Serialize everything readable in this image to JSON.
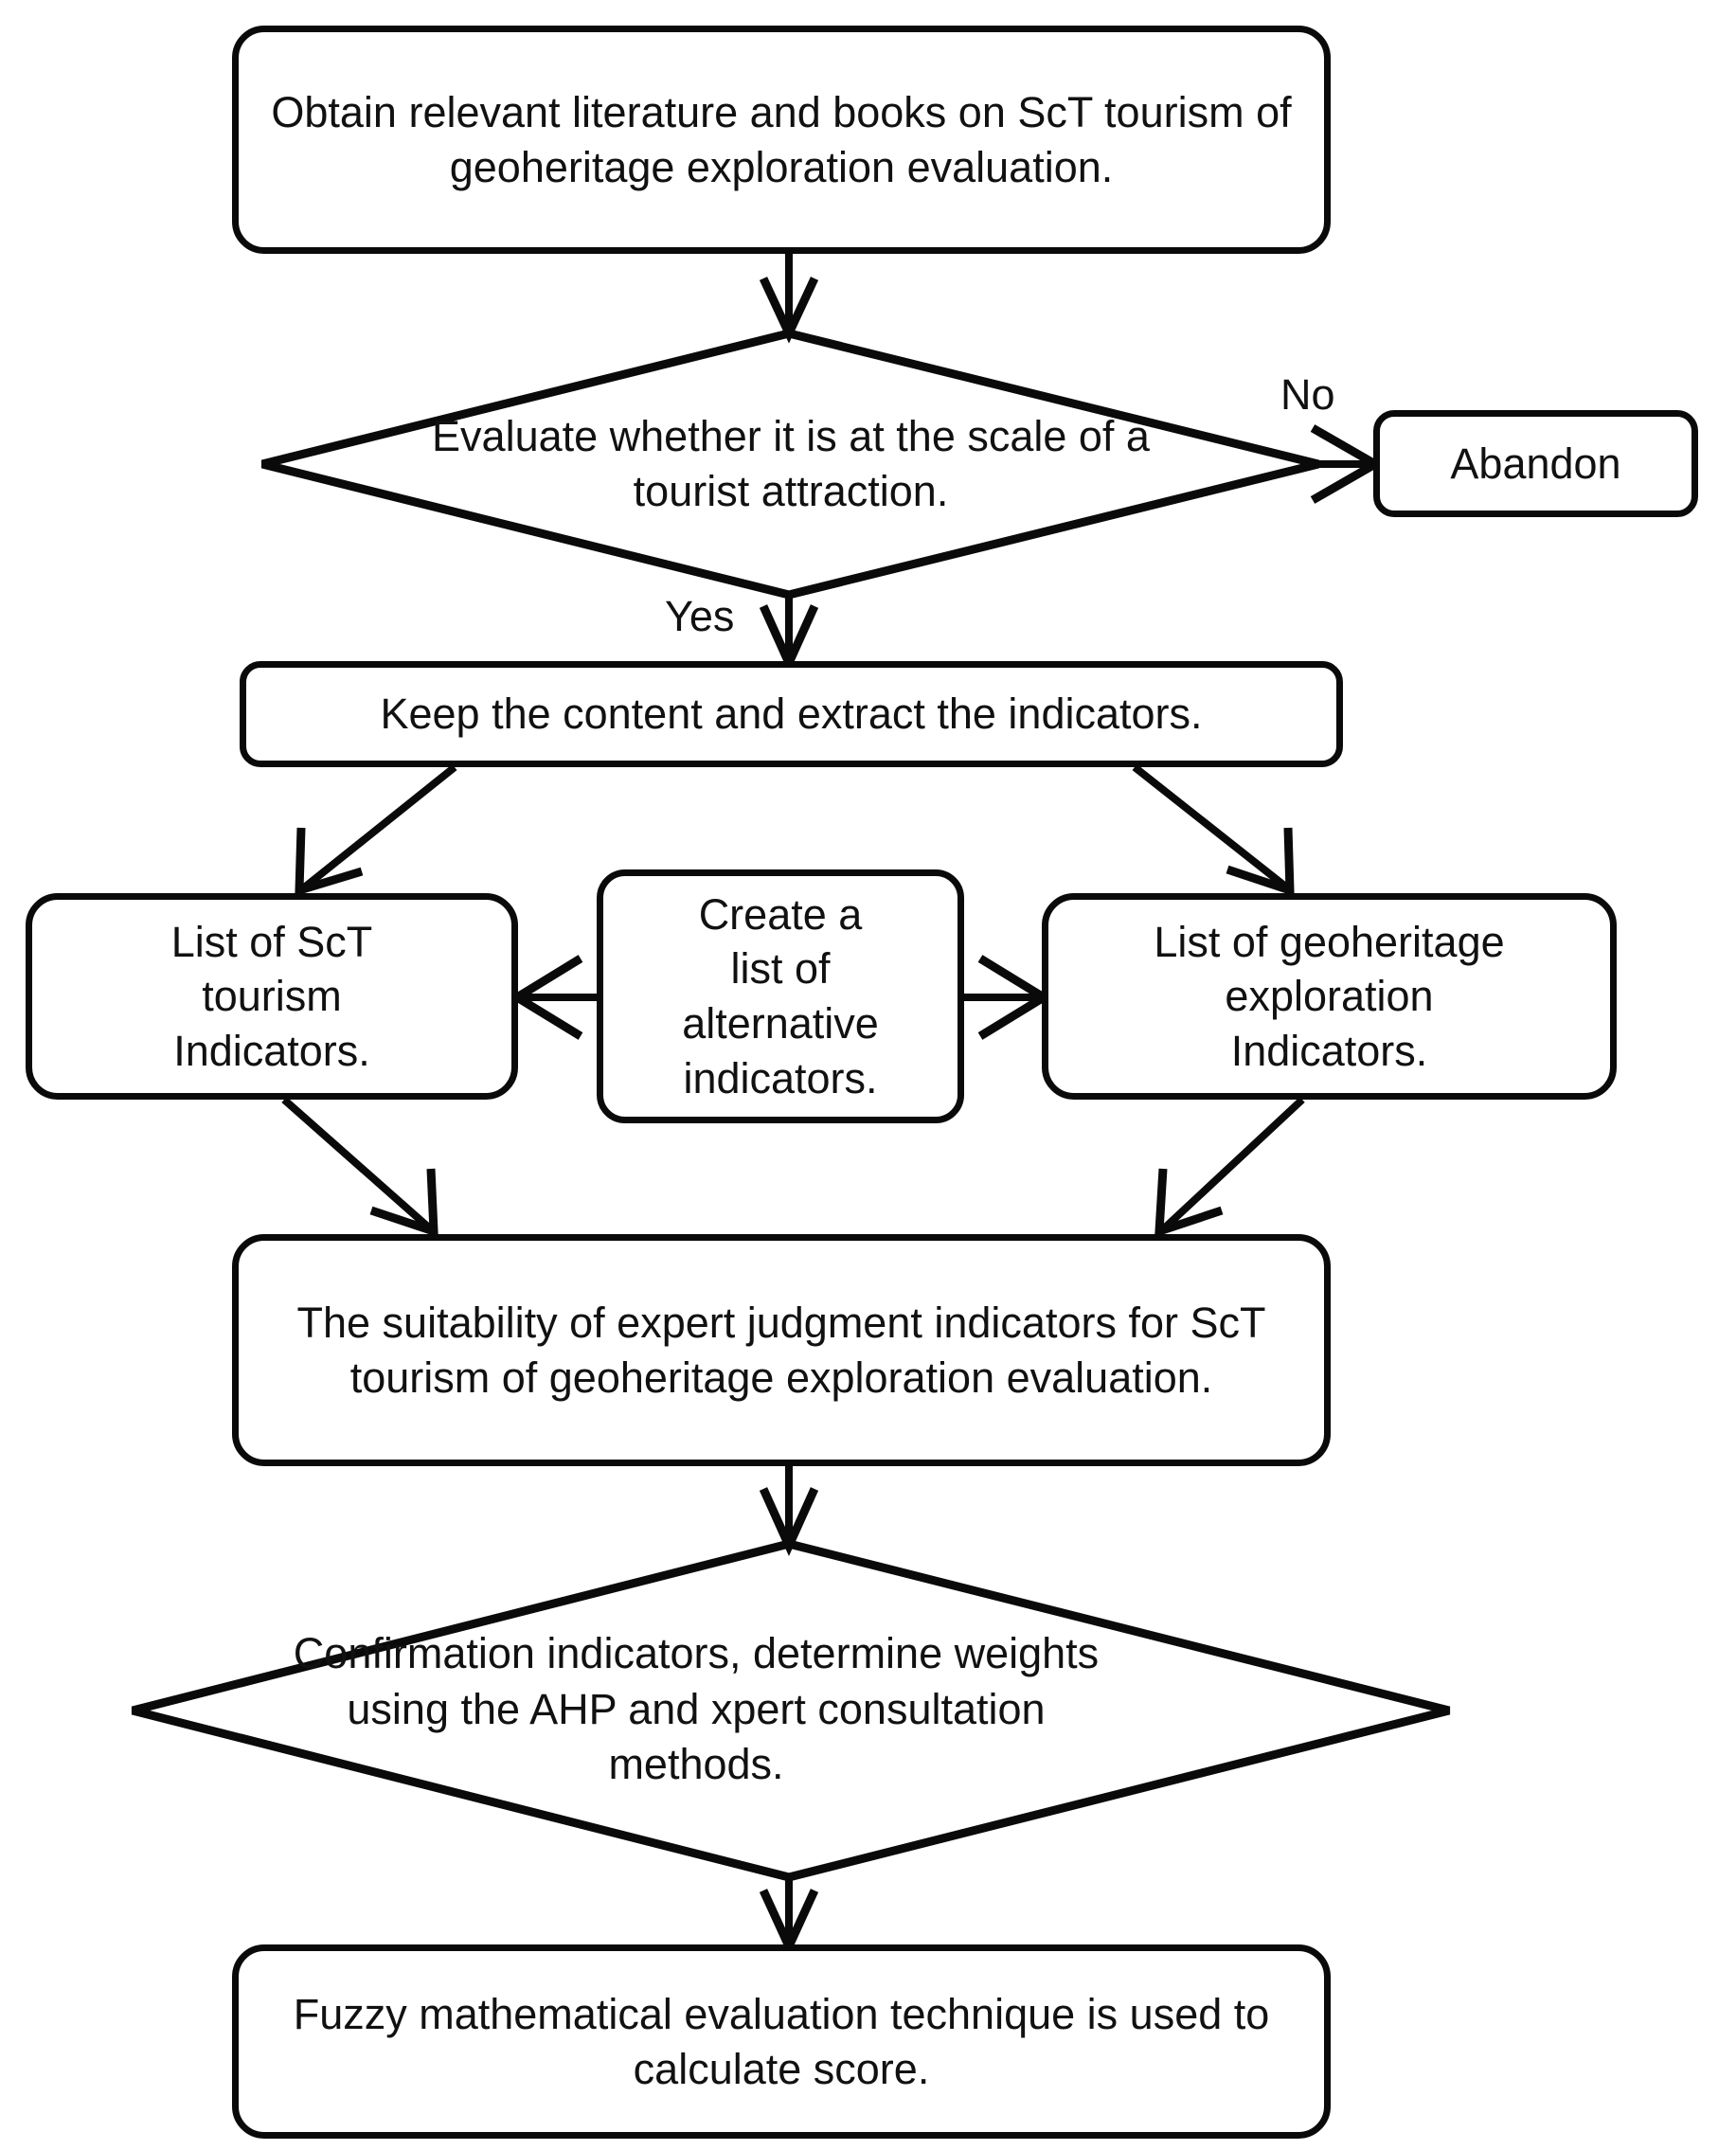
{
  "diagram": {
    "title": "ScT tourism of geoheritage exploration evaluation flowchart",
    "type": "flowchart",
    "colors": {
      "stroke": "#0a0a0a",
      "fill": "#ffffff",
      "text": "#111111"
    },
    "nodes": {
      "literature": {
        "shape": "rounded-rectangle",
        "text": "Obtain relevant literature and books on ScT tourism of geoheritage exploration evaluation."
      },
      "evaluate_scale": {
        "shape": "diamond",
        "text": "Evaluate whether it is at the scale of a tourist attraction."
      },
      "abandon": {
        "shape": "rounded-rectangle",
        "text": "Abandon"
      },
      "keep_content": {
        "shape": "rounded-rectangle",
        "text": "Keep the content and extract the indicators."
      },
      "sct_list": {
        "shape": "rounded-rectangle",
        "text": "List of ScT\ntourism\nIndicators."
      },
      "alternative_list": {
        "shape": "rounded-rectangle",
        "text": "Create a\nlist of\nalternative\nindicators."
      },
      "geoheritage_list": {
        "shape": "rounded-rectangle",
        "text": "List of geoheritage\nexploration\nIndicators."
      },
      "suitability": {
        "shape": "rounded-rectangle",
        "text": "The suitability of expert judgment indicators for ScT tourism of geoheritage exploration evaluation."
      },
      "confirmation": {
        "shape": "diamond",
        "text": "Confirmation indicators, determine weights using the AHP and xpert consultation methods."
      },
      "fuzzy": {
        "shape": "rounded-rectangle",
        "text": "Fuzzy mathematical evaluation technique is used to calculate score."
      }
    },
    "edge_labels": {
      "no": "No",
      "yes": "Yes"
    },
    "edges": [
      {
        "from": "literature",
        "to": "evaluate_scale",
        "label": ""
      },
      {
        "from": "evaluate_scale",
        "to": "abandon",
        "label": "No"
      },
      {
        "from": "evaluate_scale",
        "to": "keep_content",
        "label": "Yes"
      },
      {
        "from": "keep_content",
        "to": "sct_list",
        "label": ""
      },
      {
        "from": "keep_content",
        "to": "geoheritage_list",
        "label": ""
      },
      {
        "from": "alternative_list",
        "to": "sct_list",
        "label": ""
      },
      {
        "from": "alternative_list",
        "to": "geoheritage_list",
        "label": ""
      },
      {
        "from": "sct_list",
        "to": "suitability",
        "label": ""
      },
      {
        "from": "geoheritage_list",
        "to": "suitability",
        "label": ""
      },
      {
        "from": "suitability",
        "to": "confirmation",
        "label": ""
      },
      {
        "from": "confirmation",
        "to": "fuzzy",
        "label": ""
      }
    ]
  }
}
